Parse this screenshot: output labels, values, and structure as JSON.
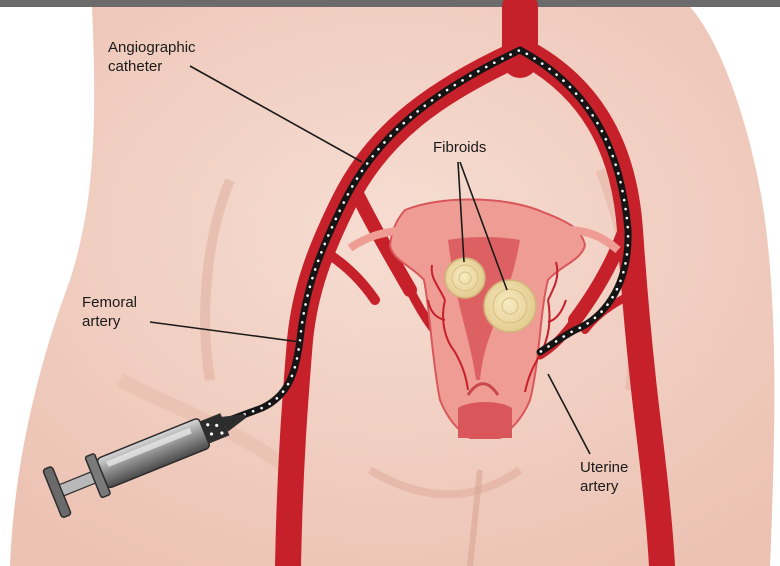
{
  "labels": {
    "catheter": "Angiographic\ncatheter",
    "fibroids": "Fibroids",
    "femoral": "Femoral\nartery",
    "uterine": "Uterine\nartery"
  },
  "colors": {
    "background": "#ffffff",
    "top_bar": "#6b6b6b",
    "skin": "#f2d2c6",
    "skin_shadow": "#e2b1a2",
    "artery": "#c6202a",
    "artery_dark": "#8f1119",
    "catheter": "#151515",
    "catheter_dots": "#ffffff",
    "uterus": "#ef9d94",
    "uterus_inner": "#d9575a",
    "fibroid": "#f0dca6",
    "syringe_body": "#9a9a9a",
    "syringe_dark": "#2d2d2d"
  },
  "icons": [
    "syringe-icon",
    "uterus-icon"
  ]
}
